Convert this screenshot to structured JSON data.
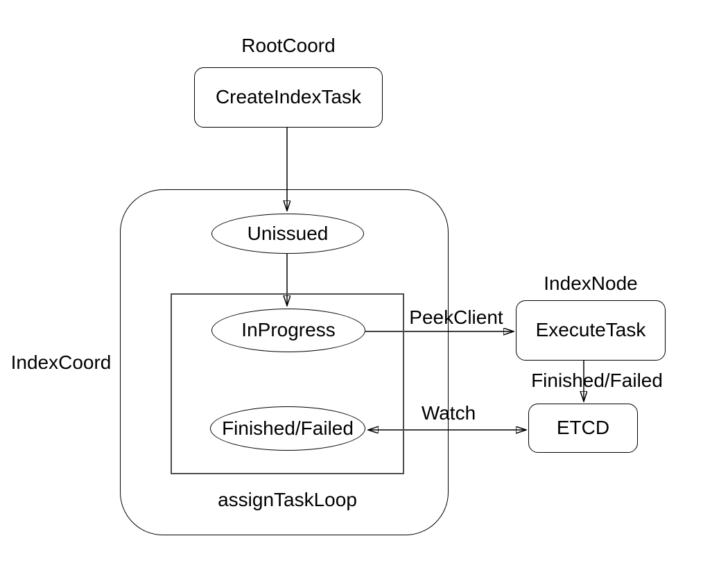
{
  "diagram": {
    "groups": {
      "root_coord": "RootCoord",
      "index_node": "IndexNode",
      "index_coord": "IndexCoord",
      "assign_task_loop": "assignTaskLoop"
    },
    "nodes": {
      "create_index_task": "CreateIndexTask",
      "unissued": "Unissued",
      "in_progress": "InProgress",
      "finished_failed": "Finished/Failed",
      "execute_task": "ExecuteTask",
      "etcd": "ETCD"
    },
    "edge_labels": {
      "peek_client": "PeekClient",
      "finished_failed": "Finished/Failed",
      "watch": "Watch"
    },
    "colors": {
      "stroke": "#000000",
      "inner_container_stroke": "#4d4d4d",
      "background": "#ffffff",
      "text": "#000000"
    }
  }
}
